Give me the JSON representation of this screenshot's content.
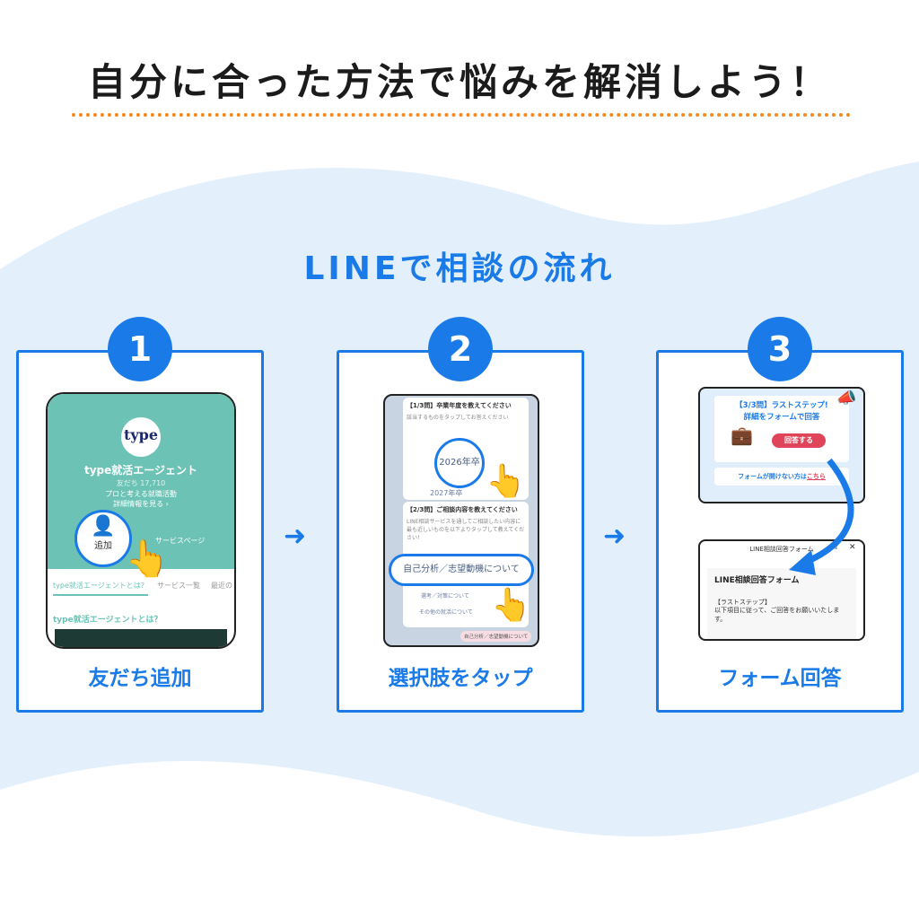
{
  "title": "自分に合った方法で悩みを解消しよう！",
  "subtitle": "LINEで相談の流れ",
  "colors": {
    "accent": "#1a7be8",
    "orange": "#f08a1c",
    "wave": "#e3f0fb",
    "line_green": "#6cc3b5"
  },
  "steps": [
    {
      "number": "1",
      "label": "友だち追加",
      "screen": {
        "logo": "type",
        "account": "type就活エージェント",
        "friends": "友だち 17,710",
        "desc": "プロと考える就職活動",
        "more": "詳細情報を見る ›",
        "add": "追加",
        "service": "サービスページ",
        "tabs": [
          "type就活エージェントとは？",
          "サービス一覧",
          "最近の"
        ],
        "heading": "type就活エージェントとは？"
      }
    },
    {
      "number": "2",
      "label": "選択肢をタップ",
      "screen": {
        "q1": "【1/3問】卒業年度を教えてください",
        "q1_desc": "該当するものをタップしてお答えください",
        "opt1": "2026年卒",
        "opt2": "2027年卒",
        "q2": "【2/3問】ご相談内容を教えてください",
        "q2_desc": "LINE相談サービスを通してご相談したい内容に最も近しいものを以下よりタップして教えてください！",
        "opt3": "自己分析／志望動機について",
        "opt4": "選考／対策について",
        "opt5": "その他の就活について",
        "reply": "自己分析／志望動機について"
      }
    },
    {
      "number": "3",
      "label": "フォーム回答",
      "screen": {
        "banner_title": "【3/3問】ラストステップ!",
        "banner_sub": "詳細をフォームで回答",
        "answer": "回答する",
        "link_text": "フォームが開けない方は",
        "link": "こちら",
        "form_header": "LINE相談回答フォーム",
        "form_title": "LINE相談回答フォーム",
        "form_step": "【ラストステップ】",
        "form_desc": "以下項目に従って、ご回答をお願いいたします。"
      }
    }
  ],
  "arrow": "➜"
}
